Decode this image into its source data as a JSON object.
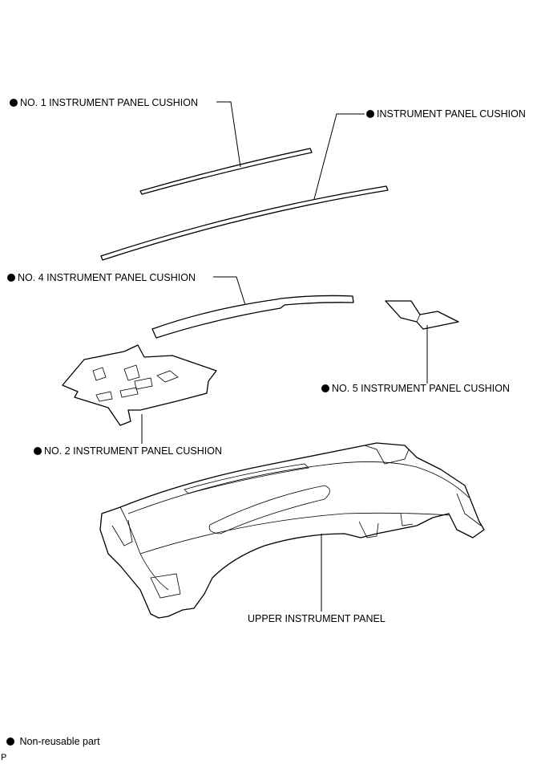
{
  "callouts": {
    "no1_cushion": "NO. 1 INSTRUMENT PANEL CUSHION",
    "instrument_panel_cushion": "INSTRUMENT PANEL CUSHION",
    "no4_cushion": "NO. 4 INSTRUMENT PANEL CUSHION",
    "no5_cushion": "NO. 5 INSTRUMENT PANEL CUSHION",
    "no2_cushion": "NO. 2 INSTRUMENT PANEL CUSHION",
    "upper_panel": "UPPER INSTRUMENT PANEL"
  },
  "legend": {
    "non_reusable": "Non-reusable part"
  },
  "corner_code": "P",
  "icons": {
    "non_reusable_marker": "filled-circle"
  }
}
